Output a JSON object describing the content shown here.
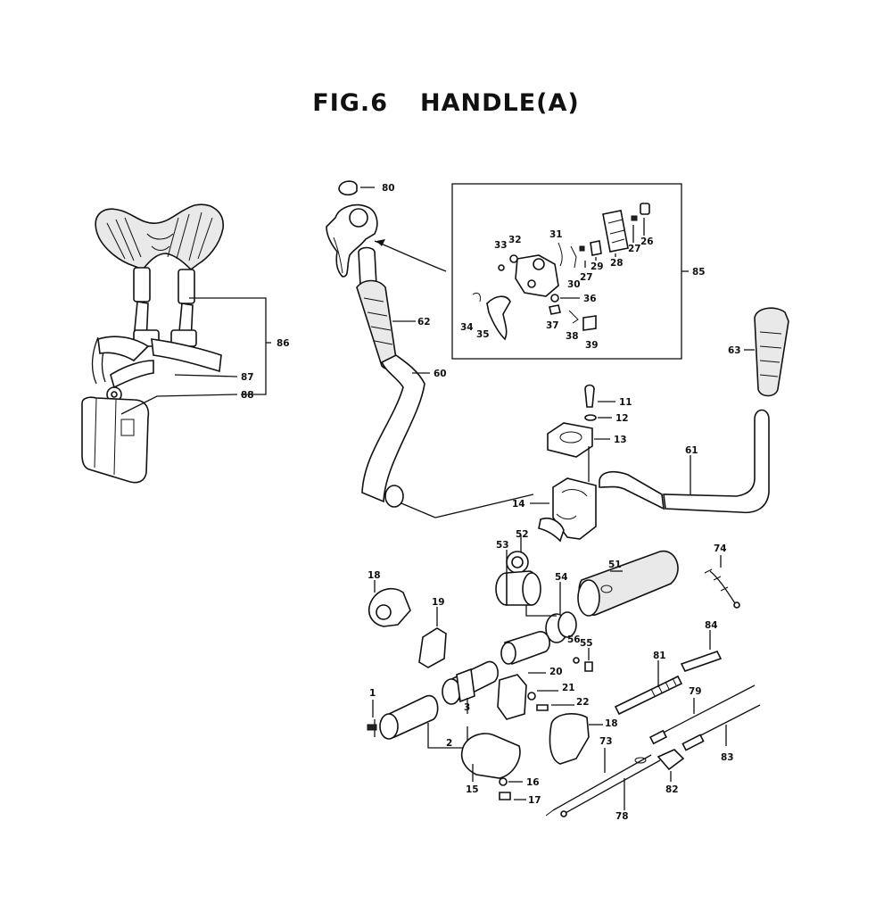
{
  "figure": {
    "fig_label": "FIG.6",
    "fig_name": "HANDLE(A)"
  },
  "callouts": {
    "c1": "1",
    "c2": "2",
    "c3": "3",
    "c11": "11",
    "c12": "12",
    "c13": "13",
    "c14": "14",
    "c15": "15",
    "c16": "16",
    "c17": "17",
    "c18a": "18",
    "c18b": "18",
    "c19": "19",
    "c20": "20",
    "c21": "21",
    "c22": "22",
    "c26": "26",
    "c27a": "27",
    "c27b": "27",
    "c28": "28",
    "c29": "29",
    "c30": "30",
    "c31": "31",
    "c32": "32",
    "c33": "33",
    "c34": "34",
    "c35": "35",
    "c36": "36",
    "c37": "37",
    "c38": "38",
    "c39": "39",
    "c51": "51",
    "c52": "52",
    "c53": "53",
    "c54": "54",
    "c55": "55",
    "c56": "56",
    "c60": "60",
    "c61": "61",
    "c62": "62",
    "c63": "63",
    "c73": "73",
    "c74": "74",
    "c78": "78",
    "c79": "79",
    "c80": "80",
    "c81": "81",
    "c82": "82",
    "c83": "83",
    "c84": "84",
    "c85": "85",
    "c86": "86",
    "c87": "87",
    "c88": "88"
  }
}
